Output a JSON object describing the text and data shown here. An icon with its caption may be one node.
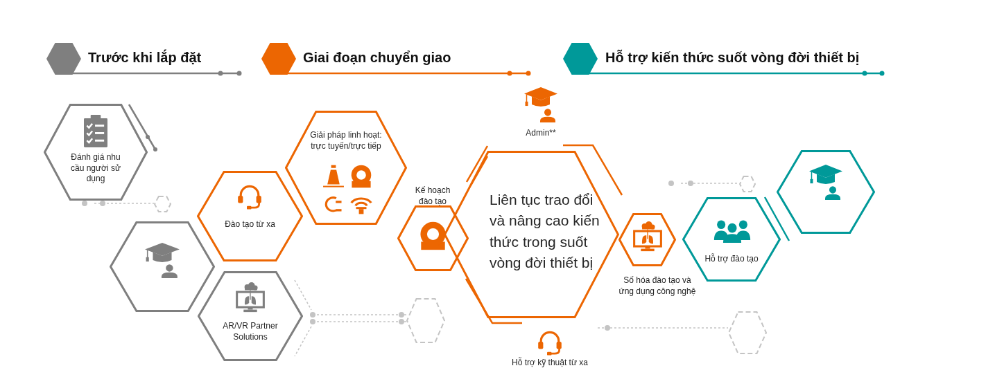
{
  "diagram": {
    "nodes": [
      {
        "text": [
          "Trước khi lắp đặt"
        ]
      },
      {
        "text": [
          "Giai đoạn chuyển giao"
        ]
      },
      {
        "text": [
          "Hỗ trợ kiến thức suốt vòng đời thiết bị"
        ]
      },
      {
        "text": [
          "Đánh giá nhu cầu người sử dụng"
        ]
      },
      {
        "text": [
          "Đào tạo từ xa"
        ]
      },
      {
        "text": [],
        "shape": "hexagon"
      },
      {
        "text": [
          "AR/VR Partner Solutions"
        ]
      },
      {
        "text": [
          "Giải pháp linh hoạt: trực tuyến/trực tiếp"
        ]
      },
      {
        "text": [
          "Kế hoạch đào tạo"
        ]
      },
      {
        "text": [
          "Liên tục trao đổi và nâng cao kiến thức trong suốt vòng đời thiết bị"
        ]
      },
      {
        "text": [
          "Số hóa đào tạo và ứng dụng công nghệ"
        ]
      },
      {
        "text": [
          "Hỗ trợ đào tạo"
        ]
      },
      {
        "text": [],
        "shape": "hexagon"
      }
    ],
    "labels": [
      "Admin**",
      "Hỗ trợ kỹ thuật từ xa"
    ]
  }
}
